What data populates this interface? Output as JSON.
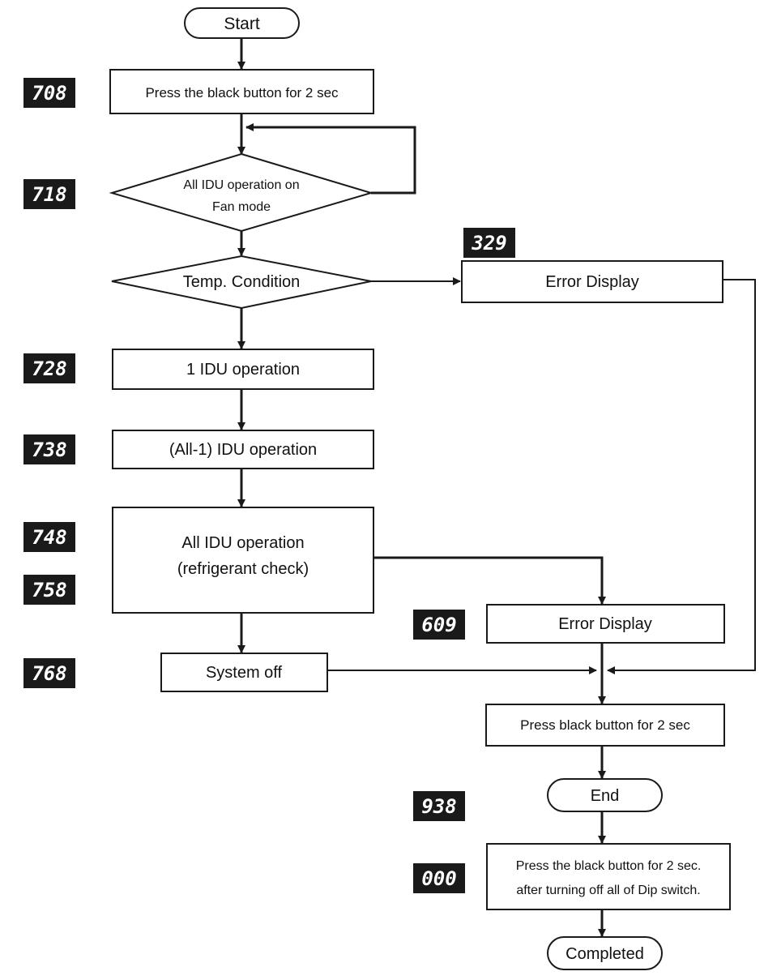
{
  "colors": {
    "stroke": "#1a1a1a",
    "code_bg": "#1a1a1a",
    "code_fg": "#ffffff",
    "background": "#ffffff"
  },
  "nodes": {
    "start": "Start",
    "press_black_2s": "Press the black button for 2 sec",
    "all_idu_fan_line1": "All IDU operation on",
    "all_idu_fan_line2": "Fan mode",
    "temp_condition": "Temp. Condition",
    "error_display_1": "Error Display",
    "one_idu": "1 IDU operation",
    "all_minus_one_idu": "(All-1) IDU operation",
    "all_idu_line1": "All IDU operation",
    "all_idu_line2": "(refrigerant check)",
    "error_display_2": "Error Display",
    "system_off": "System off",
    "press_black_2s_b": "Press black button for 2 sec",
    "end": "End",
    "final_press_line1": "Press the black button for 2 sec.",
    "final_press_line2": "after turning off all of Dip switch.",
    "completed": "Completed"
  },
  "codes": {
    "c708": "708",
    "c718": "718",
    "c329": "329",
    "c728": "728",
    "c738": "738",
    "c748": "748",
    "c758": "758",
    "c609": "609",
    "c768": "768",
    "c938": "938",
    "c000": "000"
  }
}
